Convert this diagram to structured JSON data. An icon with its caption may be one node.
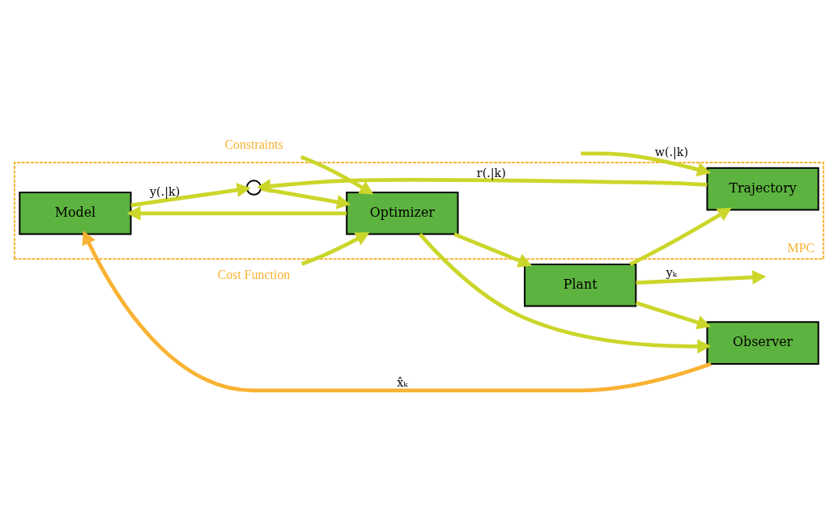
{
  "diagram": {
    "nodes": [
      {
        "text": [
          "MPC"
        ]
      },
      {
        "text": [
          "Plant"
        ]
      },
      {
        "text": [
          "Observer"
        ]
      },
      {
        "text": [
          "Model"
        ],
        "in": 0
      },
      {
        "text": [],
        "shape": "circle",
        "in": 0
      },
      {
        "text": [
          "Trajectory"
        ],
        "in": 0
      },
      {
        "text": [
          "Optimizer"
        ],
        "in": 0
      },
      {
        "text": [
          "Cost Function"
        ]
      },
      {
        "text": [
          "Constraints"
        ]
      }
    ],
    "edges": [
      {
        "from": 6,
        "to": 1,
        "arrow": "to"
      },
      {
        "from": 6,
        "to": 2,
        "arrow": "to"
      },
      {
        "from": 6,
        "to": 3,
        "arrow": "to"
      },
      {
        "from": 1,
        "to": null,
        "arrow": "to",
        "label": "yₖ"
      },
      {
        "from": 1,
        "to": 2,
        "arrow": "to"
      },
      {
        "from": 1,
        "to": 5,
        "arrow": "to"
      },
      {
        "from": 2,
        "to": 3,
        "arrow": "to",
        "label": "x̂ₖ",
        "color": "#f9b233"
      },
      {
        "from": 3,
        "to": 4,
        "arrow": "to",
        "label": "y(.|k)"
      },
      {
        "from": 5,
        "to": 4,
        "arrow": "to",
        "label": "r(.|k)"
      },
      {
        "from": 4,
        "to": 6,
        "arrow": "to"
      },
      {
        "from": null,
        "to": 5,
        "arrow": "to",
        "label": "w(.|k)"
      },
      {
        "from": 7,
        "to": 6,
        "arrow": "to"
      },
      {
        "from": 8,
        "to": 6,
        "arrow": "to"
      }
    ]
  }
}
